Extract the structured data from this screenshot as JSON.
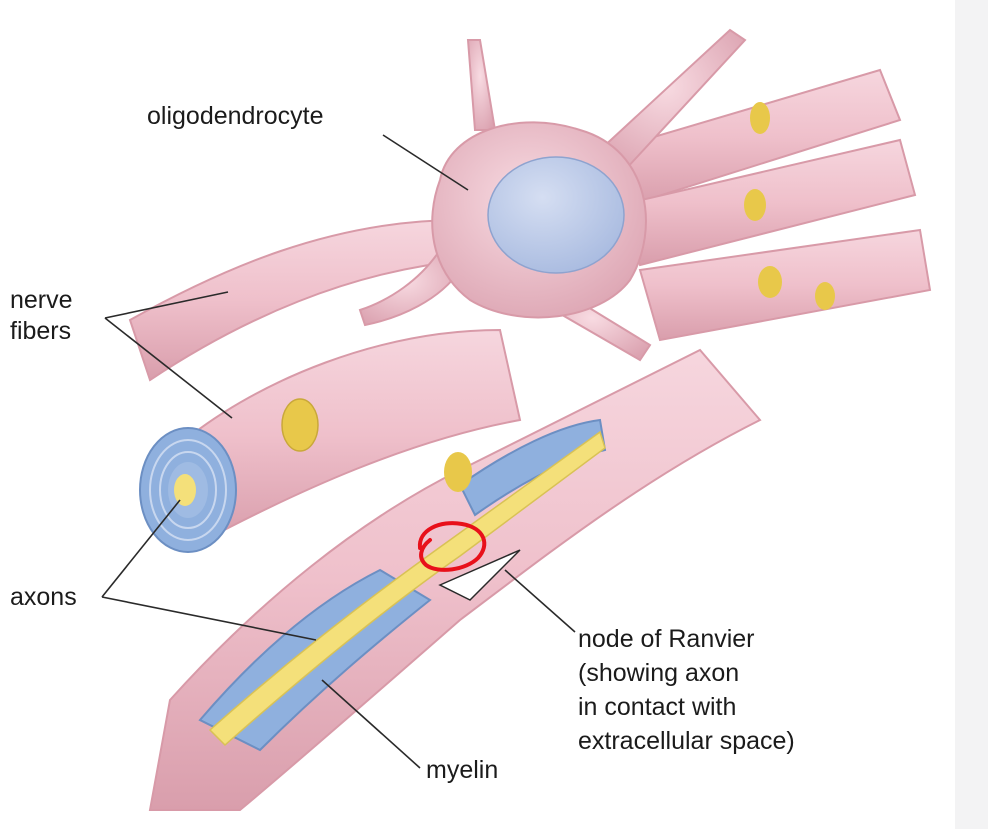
{
  "labels": {
    "oligodendrocyte": "oligodendrocyte",
    "nerve_fibers": [
      "nerve",
      "fibers"
    ],
    "axons": "axons",
    "node_of_ranvier": [
      "node of Ranvier",
      "(showing axon",
      "in contact with",
      "extracellular space)"
    ],
    "myelin": "myelin"
  },
  "colors": {
    "cell_pink": "#efc3cd",
    "cell_pink_dark": "#d89aa8",
    "nucleus_blue": "#b7c6e6",
    "myelin_blue": "#8fb0de",
    "axon_yellow": "#f4e07a",
    "node_gold": "#e8c84a",
    "highlight_red": "#e8101a",
    "leader_line": "#2a2a2a"
  }
}
